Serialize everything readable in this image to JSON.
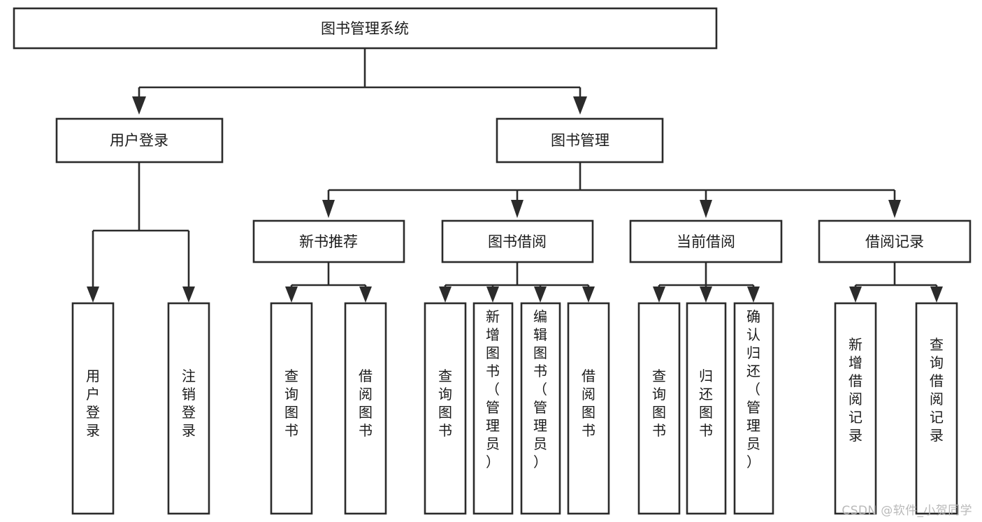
{
  "diagram": {
    "type": "tree",
    "title": "图书管理系统",
    "watermark": "CSDN @软件_小贺同学",
    "levels": {
      "root": {
        "label": "图书管理系统"
      },
      "level2": [
        {
          "id": "user-login",
          "label": "用户登录"
        },
        {
          "id": "book-management",
          "label": "图书管理"
        }
      ],
      "level3": [
        {
          "id": "new-book-recommend",
          "label": "新书推荐",
          "parent": "book-management"
        },
        {
          "id": "book-borrow",
          "label": "图书借阅",
          "parent": "book-management"
        },
        {
          "id": "current-borrow",
          "label": "当前借阅",
          "parent": "book-management"
        },
        {
          "id": "borrow-record",
          "label": "借阅记录",
          "parent": "book-management"
        }
      ],
      "leaves": [
        {
          "id": "leaf-user-login",
          "label": "用户登录",
          "parent": "user-login"
        },
        {
          "id": "leaf-logout",
          "label": "注销登录",
          "parent": "user-login"
        },
        {
          "id": "leaf-query-book-1",
          "label": "查询图书",
          "parent": "new-book-recommend"
        },
        {
          "id": "leaf-borrow-book-1",
          "label": "借阅图书",
          "parent": "new-book-recommend"
        },
        {
          "id": "leaf-query-book-2",
          "label": "查询图书",
          "parent": "book-borrow"
        },
        {
          "id": "leaf-add-book",
          "label": "新增图书（管理员）",
          "parent": "book-borrow"
        },
        {
          "id": "leaf-edit-book",
          "label": "编辑图书（管理员）",
          "parent": "book-borrow"
        },
        {
          "id": "leaf-borrow-book-2",
          "label": "借阅图书",
          "parent": "book-borrow"
        },
        {
          "id": "leaf-query-book-3",
          "label": "查询图书",
          "parent": "current-borrow"
        },
        {
          "id": "leaf-return-book",
          "label": "归还图书",
          "parent": "current-borrow"
        },
        {
          "id": "leaf-confirm-return",
          "label": "确认归还（管理员）",
          "parent": "current-borrow"
        },
        {
          "id": "leaf-add-record",
          "label": "新增借阅记录",
          "parent": "borrow-record"
        },
        {
          "id": "leaf-query-record",
          "label": "查询借阅记录",
          "parent": "borrow-record"
        }
      ]
    },
    "colors": {
      "stroke": "#2b2b2b",
      "fill": "#ffffff",
      "text": "#1b1b1b",
      "watermark": "#b9b9b9"
    }
  }
}
